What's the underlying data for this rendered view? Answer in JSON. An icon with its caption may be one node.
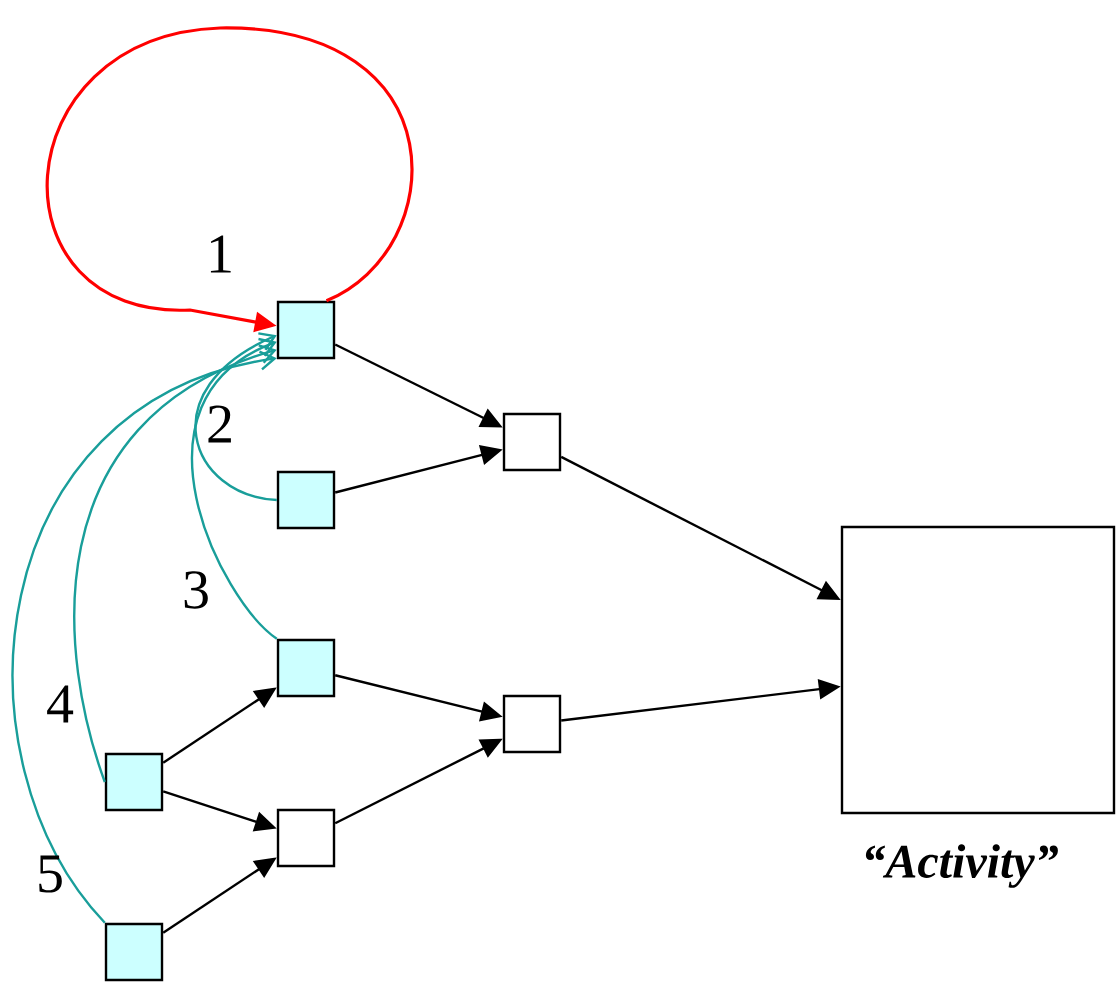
{
  "diagram": {
    "nodes": [
      {
        "text": [],
        "shape": "box",
        "beside": [
          "1"
        ]
      },
      {
        "text": [],
        "shape": "box",
        "beside": [
          "2"
        ]
      },
      {
        "text": [],
        "shape": "box"
      },
      {
        "text": [],
        "shape": "box",
        "beside": [
          "3"
        ]
      },
      {
        "text": [],
        "shape": "box"
      },
      {
        "text": [],
        "shape": "box",
        "beside": [
          "4"
        ]
      },
      {
        "text": [],
        "shape": "box"
      },
      {
        "text": [],
        "shape": "box",
        "beside": [
          "5"
        ]
      },
      {
        "text": [],
        "shape": "box",
        "beside": [
          "“Activity”"
        ]
      }
    ],
    "edges": [
      {
        "from": 0,
        "to": 2,
        "arrow": "to"
      },
      {
        "from": 1,
        "to": 2,
        "arrow": "to"
      },
      {
        "from": 2,
        "to": 8,
        "arrow": "to"
      },
      {
        "from": 3,
        "to": 4,
        "arrow": "to"
      },
      {
        "from": 4,
        "to": 8,
        "arrow": "to"
      },
      {
        "from": 5,
        "to": 3,
        "arrow": "to"
      },
      {
        "from": 5,
        "to": 6,
        "arrow": "to"
      },
      {
        "from": 6,
        "to": 4,
        "arrow": "to"
      },
      {
        "from": 7,
        "to": 6,
        "arrow": "to"
      },
      {
        "from": 0,
        "to": 0,
        "arrow": "to",
        "color": "#ff0000"
      },
      {
        "from": 1,
        "to": 0,
        "arrow": "to",
        "color": "#199e9a"
      },
      {
        "from": 3,
        "to": 0,
        "arrow": "to",
        "color": "#199e9a"
      },
      {
        "from": 5,
        "to": 0,
        "arrow": "to",
        "color": "#199e9a"
      },
      {
        "from": 7,
        "to": 0,
        "arrow": "to",
        "color": "#199e9a"
      }
    ]
  }
}
